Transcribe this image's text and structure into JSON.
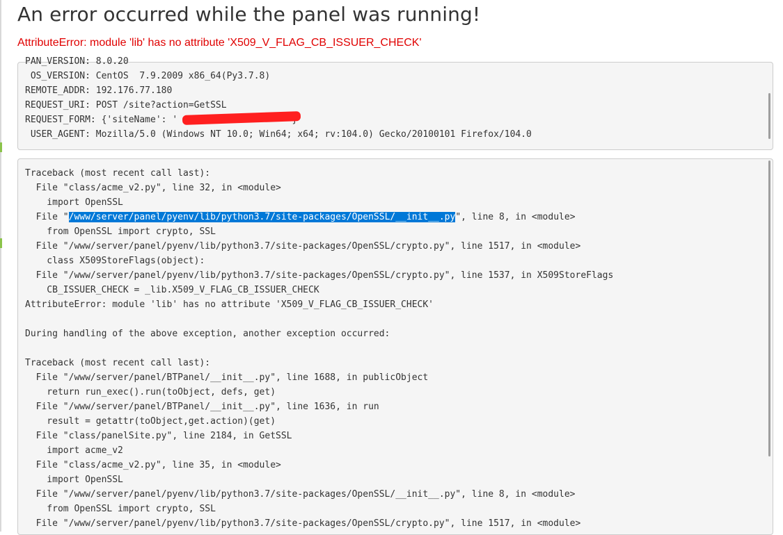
{
  "page": {
    "title": "An error occurred while the panel was running!",
    "error_message": "AttributeError: module 'lib' has no attribute 'X509_V_FLAG_CB_ISSUER_CHECK'"
  },
  "env": {
    "lines": [
      "PAN_VERSION: 8.0.20",
      " OS_VERSION: CentOS  7.9.2009 x86_64(Py3.7.8)",
      "REMOTE_ADDR: 192.176.77.180",
      "REQUEST_URI: POST /site?action=GetSSL",
      "REQUEST_FORM: {'siteName': '                    '}",
      " USER_AGENT: Mozilla/5.0 (Windows NT 10.0; Win64; x64; rv:104.0) Gecko/20100101 Firefox/104.0"
    ]
  },
  "traceback": {
    "lines": [
      "Traceback (most recent call last):",
      "  File \"class/acme_v2.py\", line 32, in <module>",
      "    import OpenSSL",
      "  File \"/www/server/panel/pyenv/lib/python3.7/site-packages/OpenSSL/__init__.py\", line 8, in <module>",
      "    from OpenSSL import crypto, SSL",
      "  File \"/www/server/panel/pyenv/lib/python3.7/site-packages/OpenSSL/crypto.py\", line 1517, in <module>",
      "    class X509StoreFlags(object):",
      "  File \"/www/server/panel/pyenv/lib/python3.7/site-packages/OpenSSL/crypto.py\", line 1537, in X509StoreFlags",
      "    CB_ISSUER_CHECK = _lib.X509_V_FLAG_CB_ISSUER_CHECK",
      "AttributeError: module 'lib' has no attribute 'X509_V_FLAG_CB_ISSUER_CHECK'",
      "",
      "During handling of the above exception, another exception occurred:",
      "",
      "Traceback (most recent call last):",
      "  File \"/www/server/panel/BTPanel/__init__.py\", line 1688, in publicObject",
      "    return run_exec().run(toObject, defs, get)",
      "  File \"/www/server/panel/BTPanel/__init__.py\", line 1636, in run",
      "    result = getattr(toObject,get.action)(get)",
      "  File \"class/panelSite.py\", line 2184, in GetSSL",
      "    import acme_v2",
      "  File \"class/acme_v2.py\", line 35, in <module>",
      "    import OpenSSL",
      "  File \"/www/server/panel/pyenv/lib/python3.7/site-packages/OpenSSL/__init__.py\", line 8, in <module>",
      "    from OpenSSL import crypto, SSL",
      "  File \"/www/server/panel/pyenv/lib/python3.7/site-packages/OpenSSL/crypto.py\", line 1517, in <module>"
    ],
    "highlight": {
      "line_index": 3,
      "pre": "  File \"",
      "selected": "/www/server/panel/pyenv/lib/python3.7/site-packages/OpenSSL/__init__.py",
      "post": "\", line 8, in <module>"
    }
  },
  "colors": {
    "error_text": "#e00000",
    "selection": "#0078d7",
    "panel_bg": "#f5f5f5",
    "redaction": "#ff1f1f"
  }
}
